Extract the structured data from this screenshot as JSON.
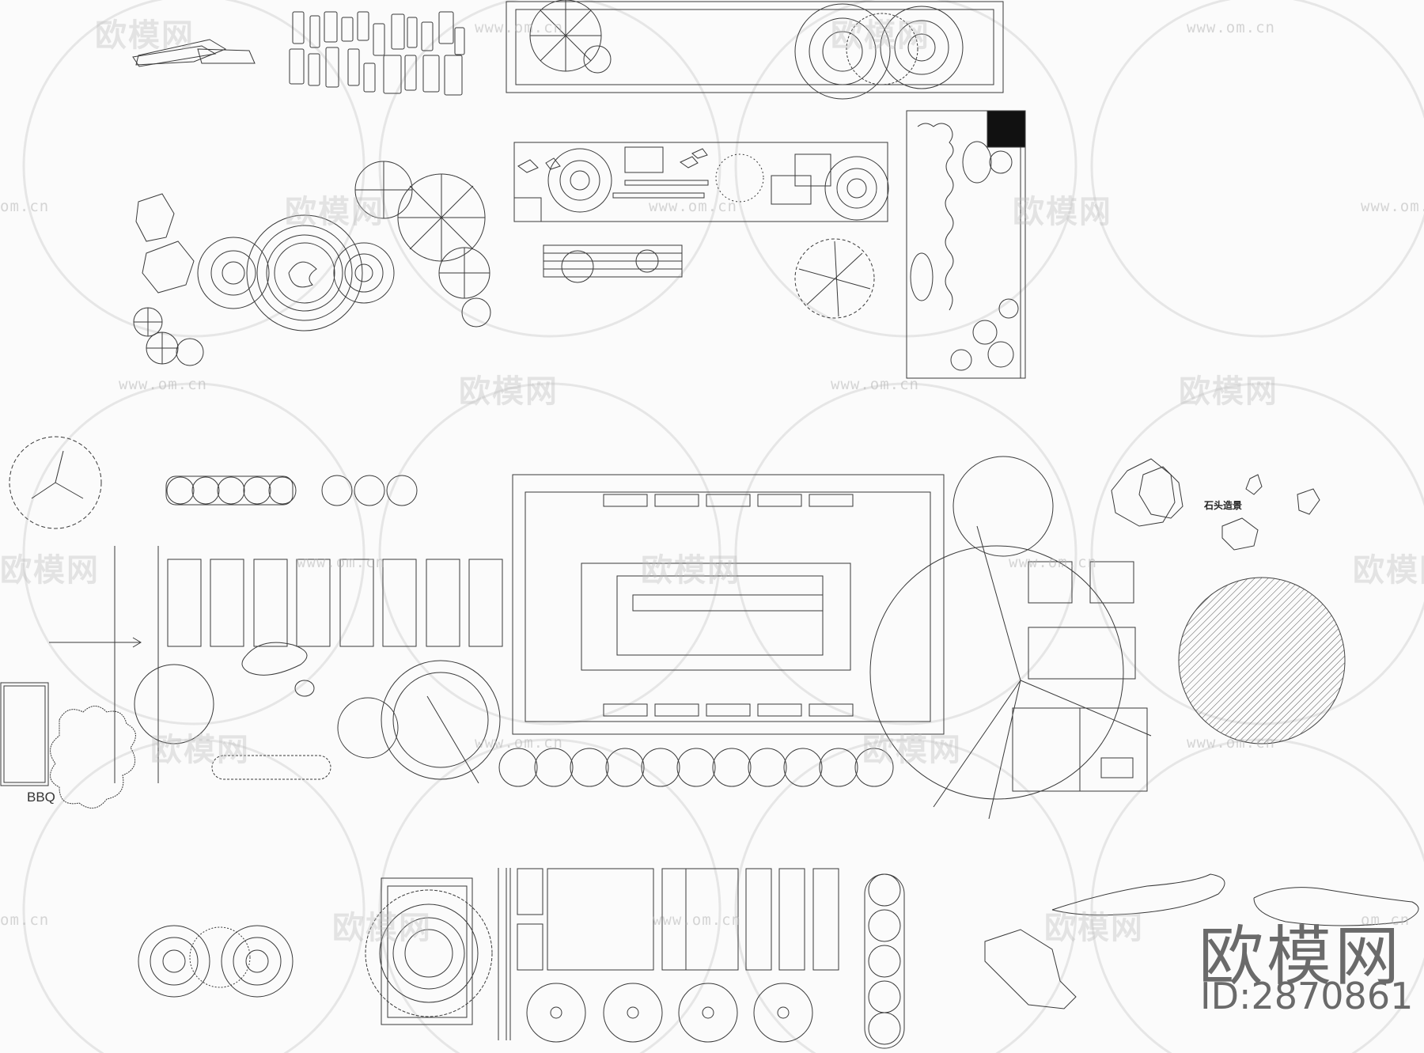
{
  "watermark": {
    "logo_text": "欧模网",
    "url_text": "www.om.cn",
    "url_partial": "om.cn"
  },
  "brand": {
    "name": "欧模网",
    "id_text": "ID:2870861"
  },
  "labels": {
    "bbq": "BBQ",
    "stone_landscape": "石头造景"
  },
  "colors": {
    "line": "#3a3a3a",
    "watermark": "#c8c8c8",
    "fill_black": "#111111"
  }
}
